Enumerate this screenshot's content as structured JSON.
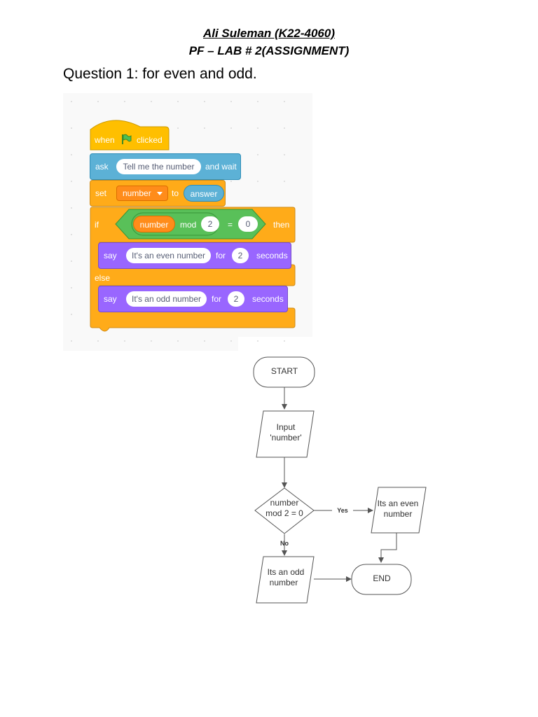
{
  "header": {
    "author": "Ali Suleman (K22-4060)",
    "lab": "PF – LAB # 2(ASSIGNMENT)"
  },
  "question": "Question 1: for even and odd.",
  "scratch": {
    "hat": {
      "when": "when",
      "clicked": "clicked",
      "flag_icon": "green-flag-icon"
    },
    "ask": {
      "label": "ask",
      "prompt": "Tell me the number",
      "suffix": "and wait"
    },
    "set": {
      "label": "set",
      "variable": "number",
      "to": "to",
      "value": "answer"
    },
    "if": {
      "label": "if",
      "then": "then",
      "condition": {
        "operand": "number",
        "op": "mod",
        "divisor": "2",
        "eq": "=",
        "compare": "0"
      }
    },
    "say_even": {
      "label": "say",
      "message": "It's an even number",
      "for": "for",
      "secs": "2",
      "unit": "seconds"
    },
    "else": "else",
    "say_odd": {
      "label": "say",
      "message": "It's an odd number",
      "for": "for",
      "secs": "2",
      "unit": "seconds"
    }
  },
  "flowchart": {
    "start": "START",
    "input_line1": "Input",
    "input_line2": "'number'",
    "decision_line1": "number",
    "decision_line2": "mod 2 = 0",
    "yes": "Yes",
    "no": "No",
    "even_line1": "Its an even",
    "even_line2": "number",
    "odd_line1": "Its an odd",
    "odd_line2": "number",
    "end": "END"
  }
}
